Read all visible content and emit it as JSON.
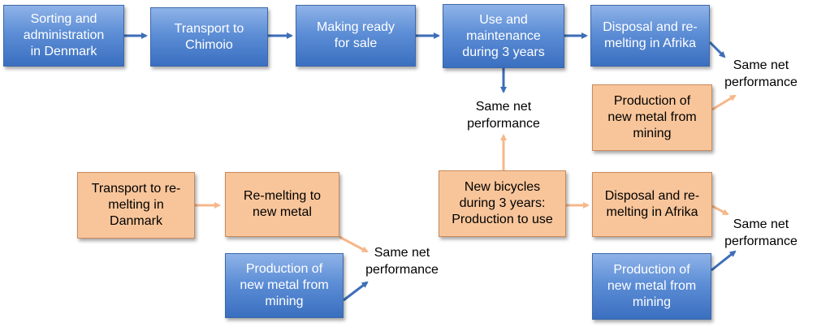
{
  "colors": {
    "blue_arrow": "#3d6eb8",
    "peach_arrow": "#f6b78b",
    "blue_box": "#4f84cf",
    "peach_box": "#f8c59a"
  },
  "boxes": {
    "sorting": "Sorting and\nadministration\nin Denmark",
    "transport_chimoio": "Transport to\nChimoio",
    "making_ready": "Making ready\nfor sale",
    "use_maintenance": "Use and\nmaintenance\nduring 3 years",
    "disposal_top": "Disposal and re-\nmelting in Afrika",
    "production_mid_right": "Production of\nnew metal from\nmining",
    "transport_remelting": "Transport to re-\nmelting in\nDanmark",
    "remelting": "Re-melting to\nnew metal",
    "production_bottom_left": "Production of\nnew metal from\nmining",
    "new_bicycles": "New bicycles\nduring 3 years:\nProduction to use",
    "disposal_bottom": "Disposal and re-\nmelting in Afrika",
    "production_bottom_right": "Production of\nnew metal from\nmining"
  },
  "labels": {
    "snp_top_right": "Same net\nperformance",
    "snp_center": "Same net\nperformance",
    "snp_bottom_left": "Same net\nperformance",
    "snp_bottom_right": "Same net\nperformance"
  }
}
